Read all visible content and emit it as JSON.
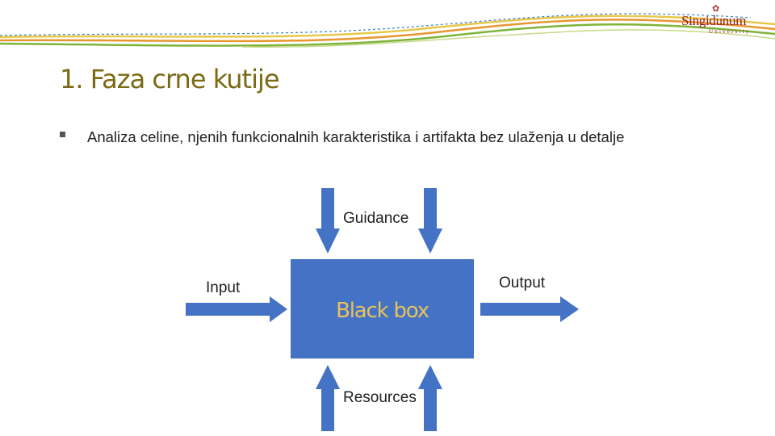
{
  "header": {
    "logo_name": "Singidunum",
    "logo_subtitle": "University",
    "brand_colors": {
      "green": "#7fb43a",
      "orange": "#e8962f",
      "yellow": "#e8c84a",
      "blue": "#3c7fbf"
    }
  },
  "slide": {
    "title": "1. Faza crne kutije",
    "bullet": "Analiza celine, njenih funkcionalnih karakteristika i artifakta bez ulaženja u detalje"
  },
  "diagram": {
    "box_label": "Black box",
    "box_color": "#4472c4",
    "box_label_color": "#e9c25a",
    "labels": {
      "guidance": "Guidance",
      "input": "Input",
      "output": "Output",
      "resources": "Resources"
    }
  }
}
